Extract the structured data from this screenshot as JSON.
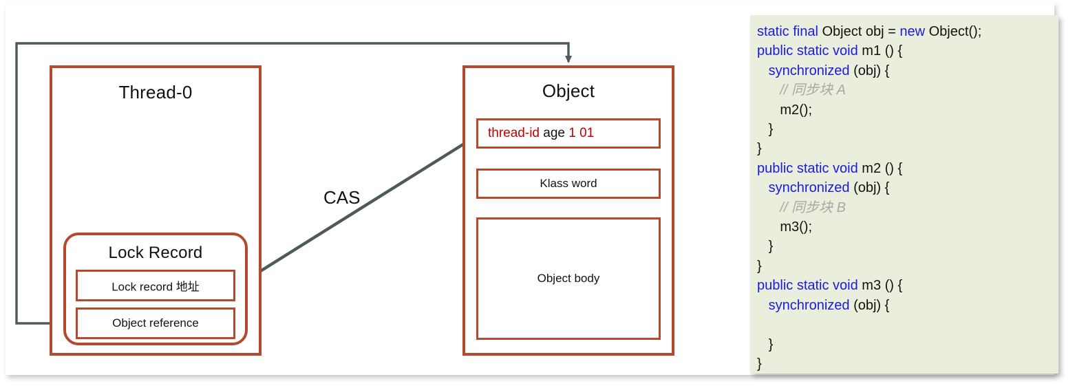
{
  "diagram": {
    "thread_box": {
      "title": "Thread-0",
      "lock_record": {
        "title": "Lock Record",
        "rows": [
          "Lock record 地址",
          "Object reference"
        ]
      }
    },
    "object_box": {
      "title": "Object",
      "mark_word": {
        "thread_id": "thread-id",
        "age": "age",
        "biased_bit": "1",
        "lock_bits": "01"
      },
      "klass_word": "Klass word",
      "object_body": "Object body"
    },
    "connectors": {
      "cas_label": "CAS"
    },
    "colors": {
      "box_border": "#b34a2d",
      "arrow": "#4d5a5a",
      "mark_word_highlight": "#c00000",
      "code_background": "#eaeedd",
      "code_keyword": "#1a1ae0",
      "code_comment": "#a8a8a8"
    }
  },
  "code_panel": {
    "lines": [
      [
        {
          "t": "static final ",
          "c": "kw"
        },
        {
          "t": "Object obj = ",
          "c": ""
        },
        {
          "t": "new ",
          "c": "kw"
        },
        {
          "t": "Object();",
          "c": ""
        }
      ],
      [
        {
          "t": "public static void ",
          "c": "kw"
        },
        {
          "t": "m1 () {",
          "c": ""
        }
      ],
      [
        {
          "t": "   ",
          "c": ""
        },
        {
          "t": "synchronized ",
          "c": "kw"
        },
        {
          "t": "(obj) {",
          "c": ""
        }
      ],
      [
        {
          "t": "      ",
          "c": ""
        },
        {
          "t": "// 同步块 A",
          "c": "cmt"
        }
      ],
      [
        {
          "t": "      m2();",
          "c": ""
        }
      ],
      [
        {
          "t": "   }",
          "c": ""
        }
      ],
      [
        {
          "t": "}",
          "c": ""
        }
      ],
      [
        {
          "t": "public static void ",
          "c": "kw"
        },
        {
          "t": "m2 () {",
          "c": ""
        }
      ],
      [
        {
          "t": "   ",
          "c": ""
        },
        {
          "t": "synchronized ",
          "c": "kw"
        },
        {
          "t": "(obj) {",
          "c": ""
        }
      ],
      [
        {
          "t": "      ",
          "c": ""
        },
        {
          "t": "// 同步块 B",
          "c": "cmt"
        }
      ],
      [
        {
          "t": "      m3();",
          "c": ""
        }
      ],
      [
        {
          "t": "   }",
          "c": ""
        }
      ],
      [
        {
          "t": "}",
          "c": ""
        }
      ],
      [
        {
          "t": "public static void ",
          "c": "kw"
        },
        {
          "t": "m3 () {",
          "c": ""
        }
      ],
      [
        {
          "t": "   ",
          "c": ""
        },
        {
          "t": "synchronized ",
          "c": "kw"
        },
        {
          "t": "(obj) {",
          "c": ""
        }
      ],
      [
        {
          "t": "",
          "c": ""
        }
      ],
      [
        {
          "t": "   }",
          "c": ""
        }
      ],
      [
        {
          "t": "}",
          "c": ""
        }
      ]
    ]
  }
}
